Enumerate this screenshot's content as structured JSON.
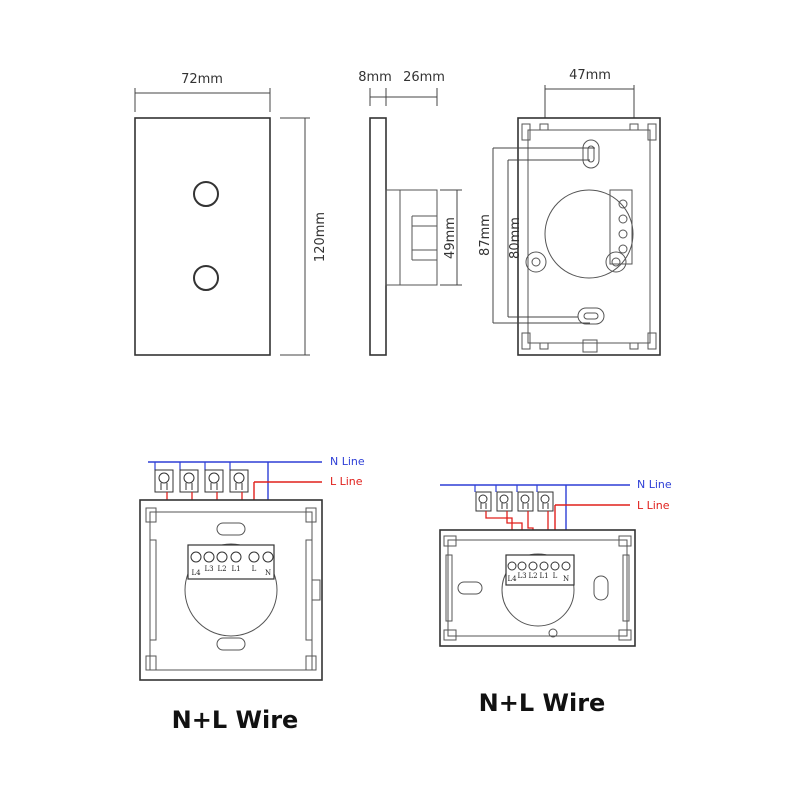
{
  "dimensions": {
    "front_width": "72mm",
    "front_height": "120mm",
    "side_plate": "8mm",
    "side_depth": "26mm",
    "side_body": "49mm",
    "back_width": "47mm",
    "back_hole_a": "87mm",
    "back_hole_b": "80mm"
  },
  "wiring_left": {
    "n_line_label": "N Line",
    "l_line_label": "L Line",
    "terminals": [
      "L4",
      "L3",
      "L2",
      "L1",
      "L",
      "N"
    ],
    "caption": "N+L Wire"
  },
  "wiring_right": {
    "n_line_label": "N Line",
    "l_line_label": "L Line",
    "terminals": [
      "L4",
      "L3",
      "L2",
      "L1",
      "L",
      "N"
    ],
    "caption": "N+L Wire"
  },
  "colors": {
    "n_line": "#2e3fd6",
    "l_line": "#e0201c",
    "outline": "#333333"
  }
}
